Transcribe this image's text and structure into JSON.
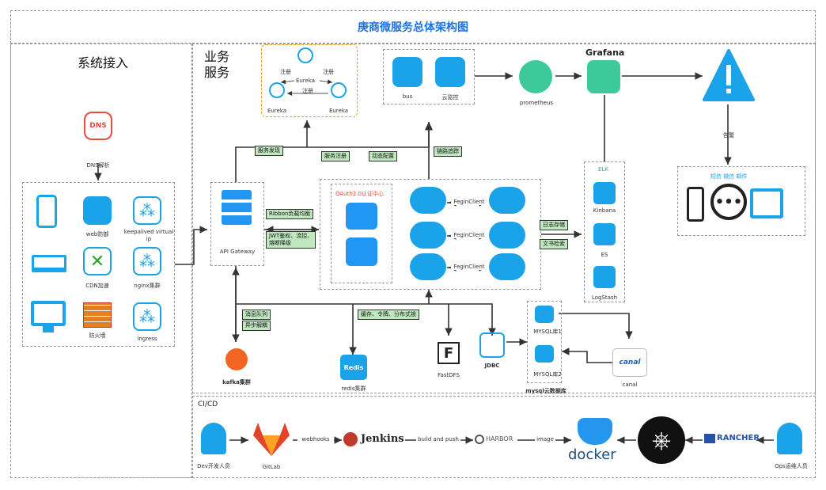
{
  "title": "庚商微服务总体架构图",
  "sections": {
    "access": "系统接入",
    "business": "业务\n服务",
    "cicd": "CI/CD"
  },
  "access": {
    "dns": "DNS",
    "dns_label": "DNS解析",
    "web_fw": "web防御",
    "keepalived": "keepalived virtual\nip",
    "cdn": "CDN加速",
    "nginx": "nginx集群",
    "firewall": "防火墙",
    "ingress": "ingress"
  },
  "eureka": {
    "top": "Eureka",
    "left": "Eureka",
    "right": "Eureka",
    "reg1": "注册",
    "reg2": "注册",
    "reg3": "注册"
  },
  "monitor": {
    "bus": "bus",
    "cloud_monitor": "云监控",
    "prometheus": "prometheus",
    "grafana": "Grafana",
    "alert": "告警",
    "notify": "短信 微信 邮件"
  },
  "tags": {
    "service_discovery": "服务发现",
    "service_register": "服务注册",
    "dynamic_config": "动态配置",
    "trace": "链路追踪",
    "ribbon": "Ribbon负载均衡",
    "jwt": "JWT鉴权、流控、\n熔断降级",
    "log_store": "日志存储",
    "doc_search": "文书检索",
    "mq": "消息队列",
    "async": "异步解耦",
    "cache": "缓存、令牌、分布式锁"
  },
  "core": {
    "gateway": "API Gateway",
    "oauth": "OAuth2.0认证中心",
    "feign1": "FeginClient",
    "feign2": "FeginClient",
    "feign3": "FeginClient"
  },
  "elk": {
    "title": "ELK",
    "kibana": "Kinbana",
    "es": "ES",
    "logstash": "LogStash"
  },
  "storage": {
    "kafka": "kafka集群",
    "redis": "redis集群",
    "redis_logo": "Redis",
    "fastdfs": "FastDFS",
    "fastdfs_logo": "F",
    "jdbc": "JDBC",
    "mysql1": "MYSQL库1",
    "mysql2": "MYSQL库2",
    "mysql_cloud": "mysql云数据库",
    "canal": "canal",
    "canal_logo": "canal"
  },
  "cicd": {
    "dev": "Dev开发人员",
    "gitlab": "GitLab",
    "webhooks": "webhooks",
    "jenkins": "Jenkins",
    "build_push": "build and push",
    "harbor": "HARBOR",
    "image": "image",
    "docker": "docker",
    "rancher": "RANCHER",
    "ops": "Ops运维人员"
  },
  "colors": {
    "title": "#1a73e8",
    "cloud": "#1aa3e8",
    "icon_blue": "#2196f3",
    "tag_green": "#bfe8bf",
    "eureka_border": "#f39c12",
    "dns_red": "#e74c3c"
  }
}
